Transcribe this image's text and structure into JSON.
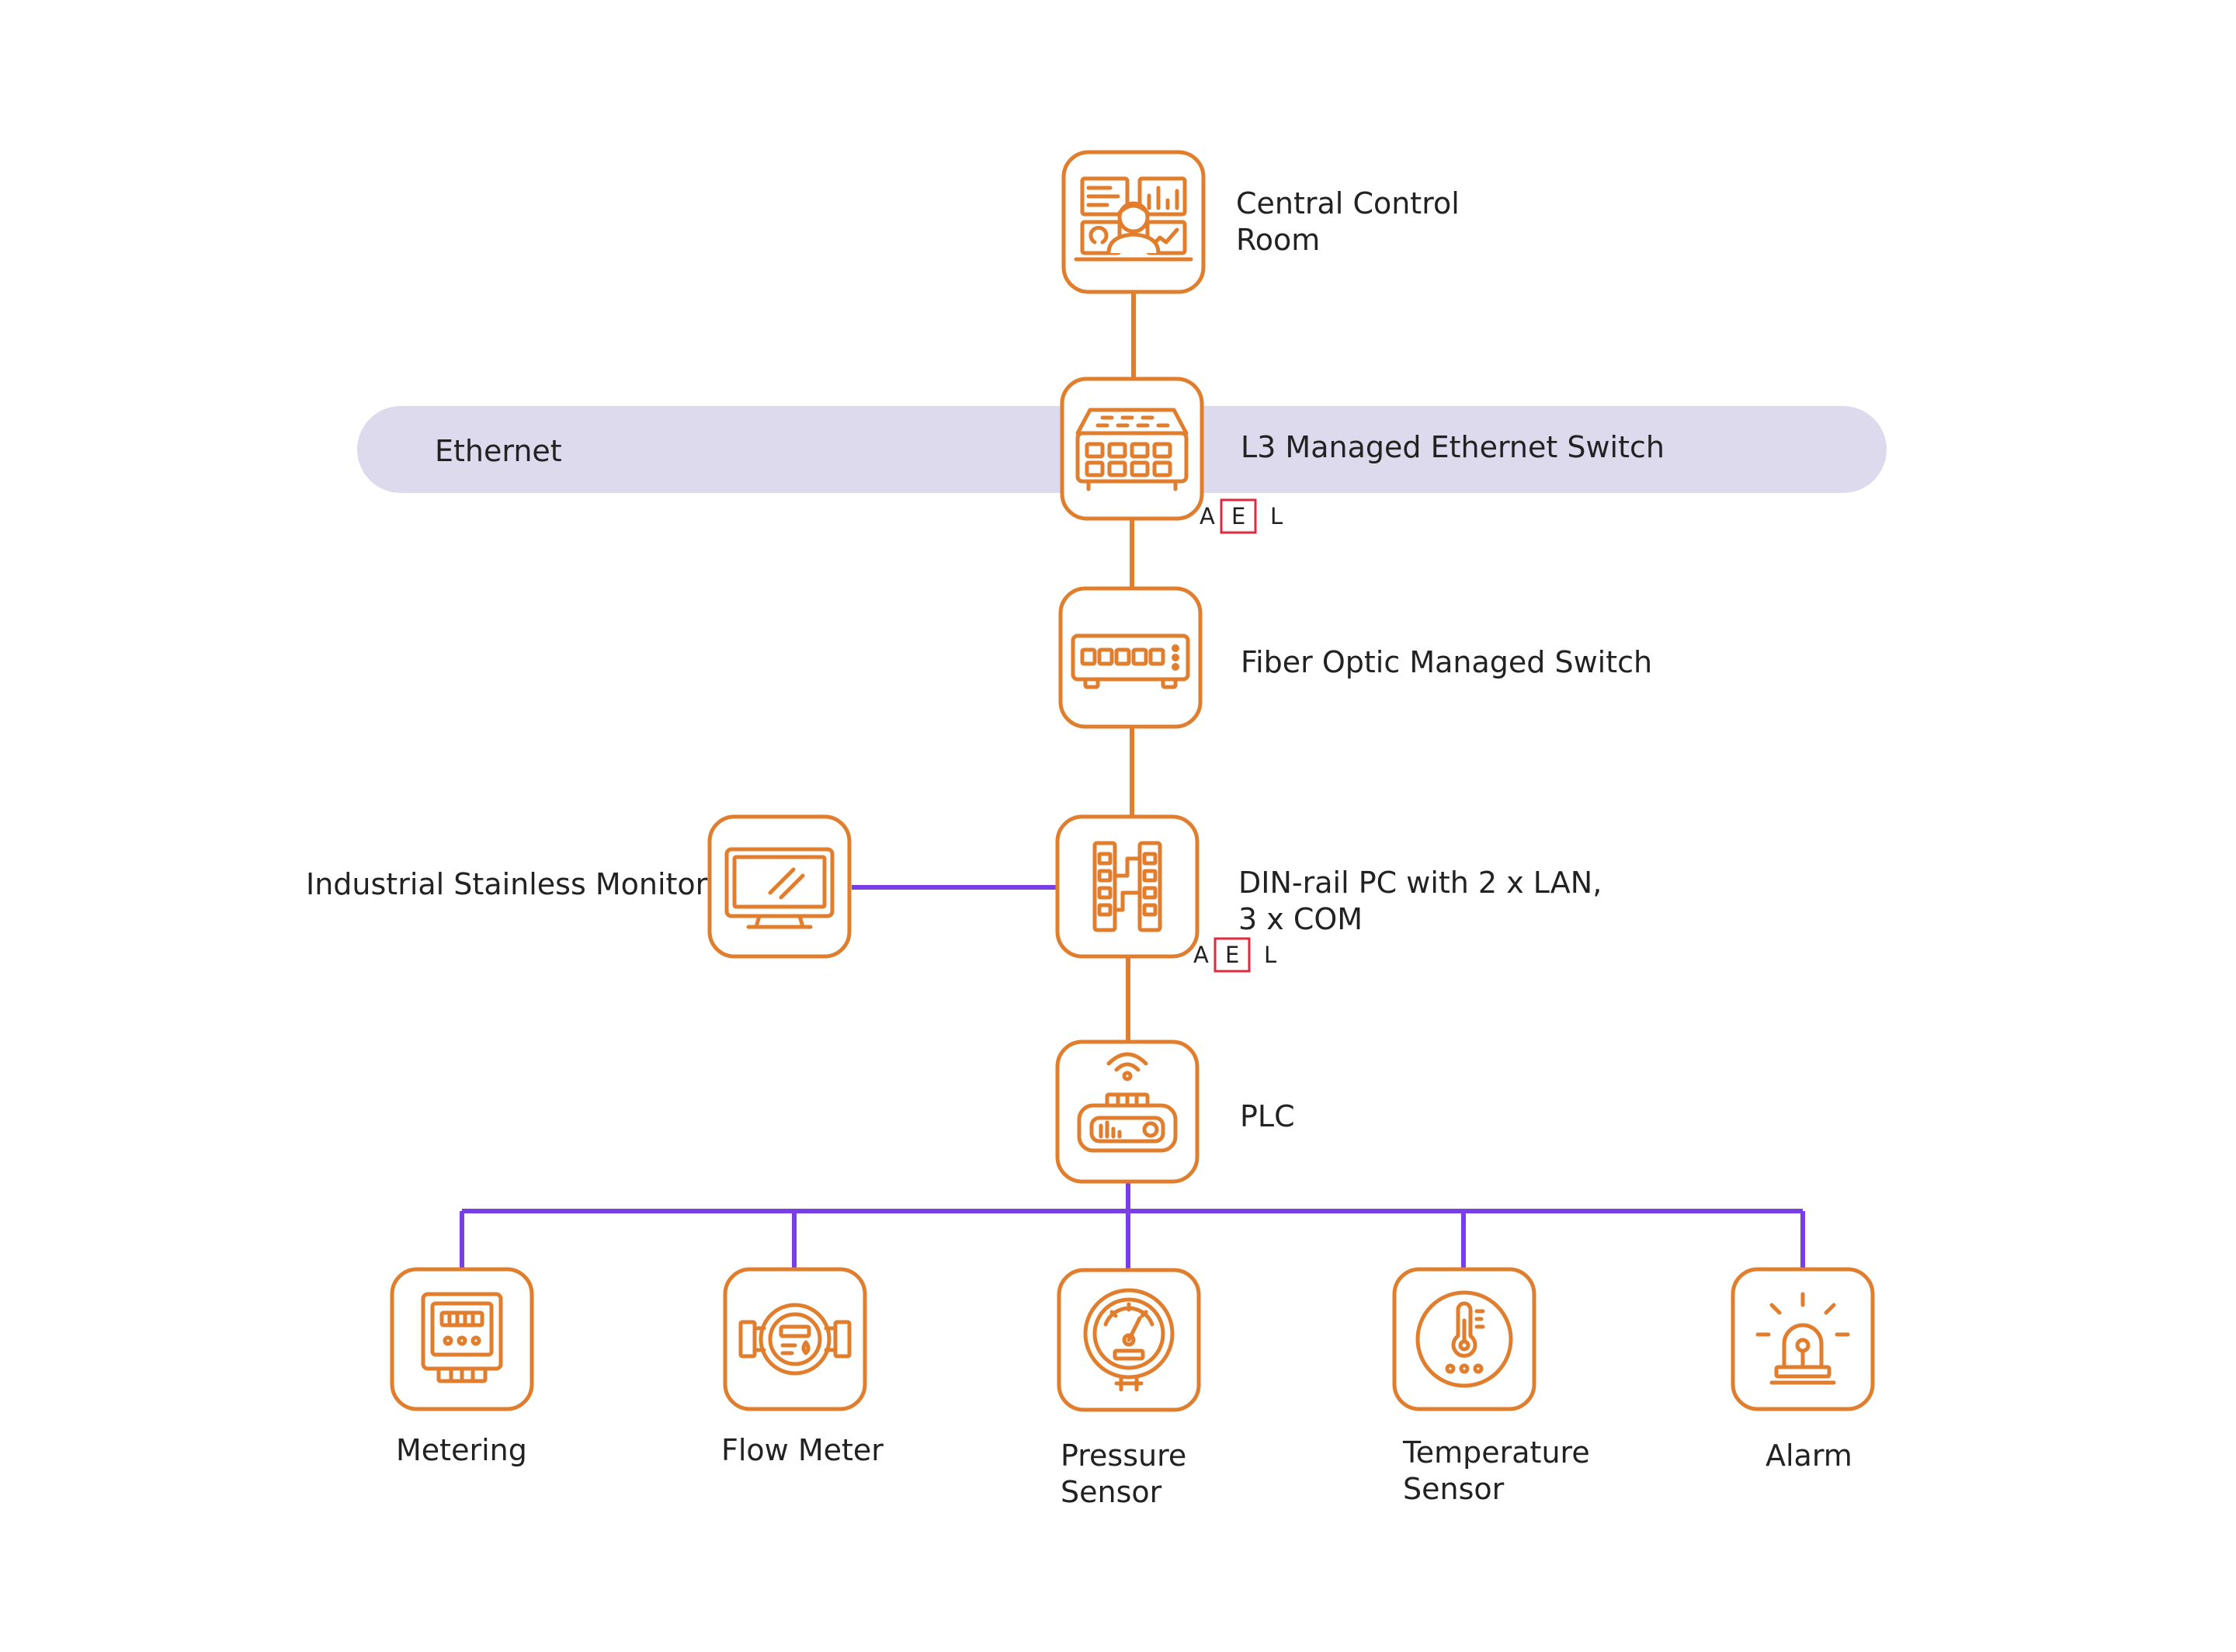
{
  "colors": {
    "accent": "#E07E2E",
    "link_purple": "#7A3FE4",
    "band": "#DEDAEE",
    "marker_red": "#E0293C",
    "text": "#222222"
  },
  "band": {
    "label": "Ethernet"
  },
  "nodes": {
    "control_room": {
      "label_lines": [
        "Central Control",
        "Room"
      ],
      "icon": "control-room-icon"
    },
    "l3_switch": {
      "label_lines": [
        "L3 Managed Ethernet Switch"
      ],
      "icon": "ethernet-switch-icon"
    },
    "fiber_switch": {
      "label_lines": [
        "Fiber Optic Managed Switch"
      ],
      "icon": "fiber-switch-icon"
    },
    "monitor": {
      "label_lines": [
        "Industrial Stainless Monitor"
      ],
      "icon": "monitor-icon"
    },
    "din_pc": {
      "label_lines": [
        "DIN-rail PC with 2 x LAN,",
        "3 x COM"
      ],
      "icon": "din-rail-pc-icon"
    },
    "plc": {
      "label_lines": [
        "PLC"
      ],
      "icon": "plc-icon"
    },
    "metering": {
      "label_lines": [
        "Metering"
      ],
      "icon": "meter-icon"
    },
    "flow_meter": {
      "label_lines": [
        "Flow Meter"
      ],
      "icon": "flow-meter-icon"
    },
    "pressure": {
      "label_lines": [
        "Pressure",
        "Sensor"
      ],
      "icon": "pressure-gauge-icon"
    },
    "temperature": {
      "label_lines": [
        "Temperature",
        "Sensor"
      ],
      "icon": "thermometer-icon"
    },
    "alarm": {
      "label_lines": [
        "Alarm"
      ],
      "icon": "alarm-light-icon"
    }
  },
  "ael_marker": {
    "letters": [
      "A",
      "E",
      "L"
    ]
  }
}
